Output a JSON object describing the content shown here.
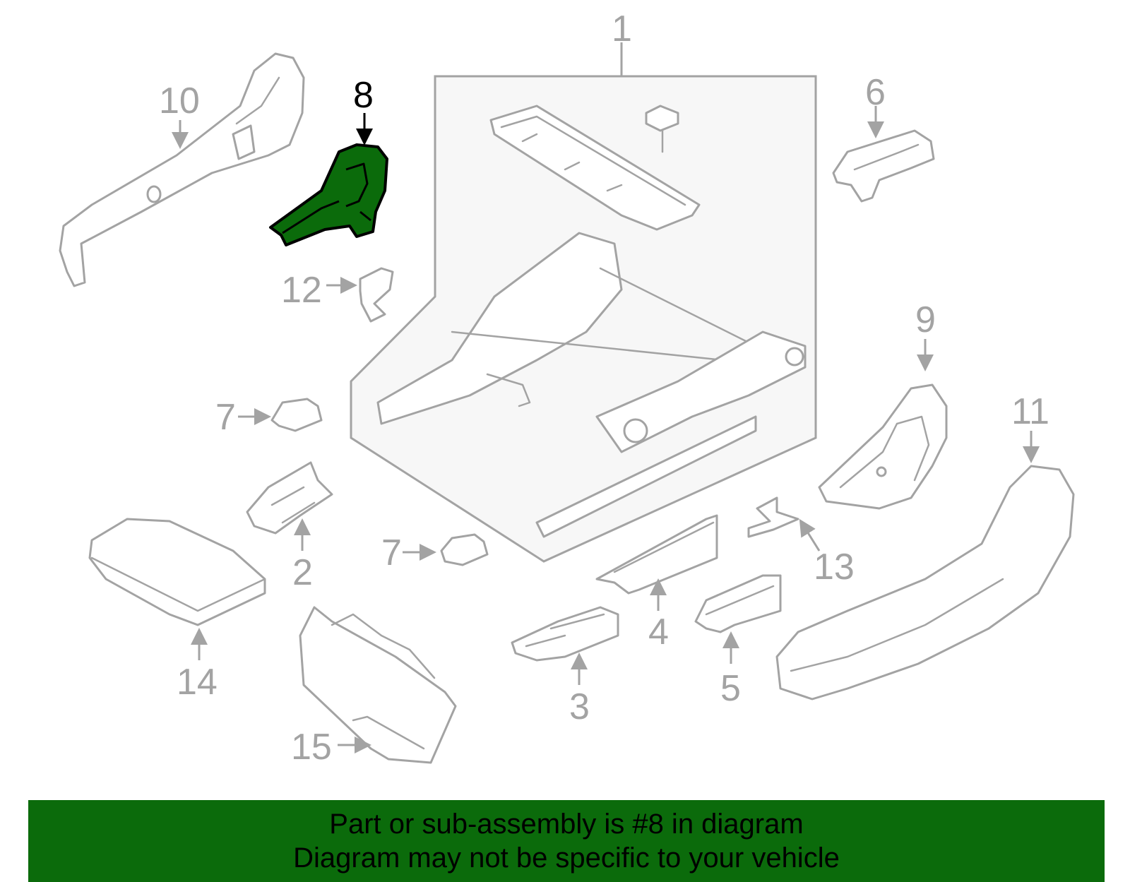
{
  "highlighted_part": "8",
  "callouts": {
    "c1": "1",
    "c2": "2",
    "c3": "3",
    "c4": "4",
    "c5": "5",
    "c6": "6",
    "c7a": "7",
    "c7b": "7",
    "c8": "8",
    "c9": "9",
    "c10": "10",
    "c11": "11",
    "c12": "12",
    "c13": "13",
    "c14": "14",
    "c15": "15"
  },
  "banner": {
    "line1": "Part or sub-assembly is #8 in diagram",
    "line2": "Diagram may not be specific to your vehicle"
  },
  "colors": {
    "highlight": "#0b6b0b",
    "part_outline": "#a3a3a3",
    "banner_background": "#0b6b0b"
  }
}
